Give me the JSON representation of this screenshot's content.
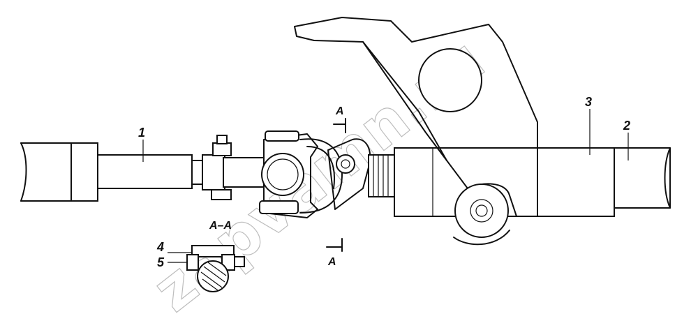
{
  "diagram": {
    "callouts": [
      "1",
      "2",
      "3",
      "4",
      "5"
    ],
    "section_marker": "A",
    "section_title": "A–A",
    "watermark": "zapvamn.ru"
  }
}
